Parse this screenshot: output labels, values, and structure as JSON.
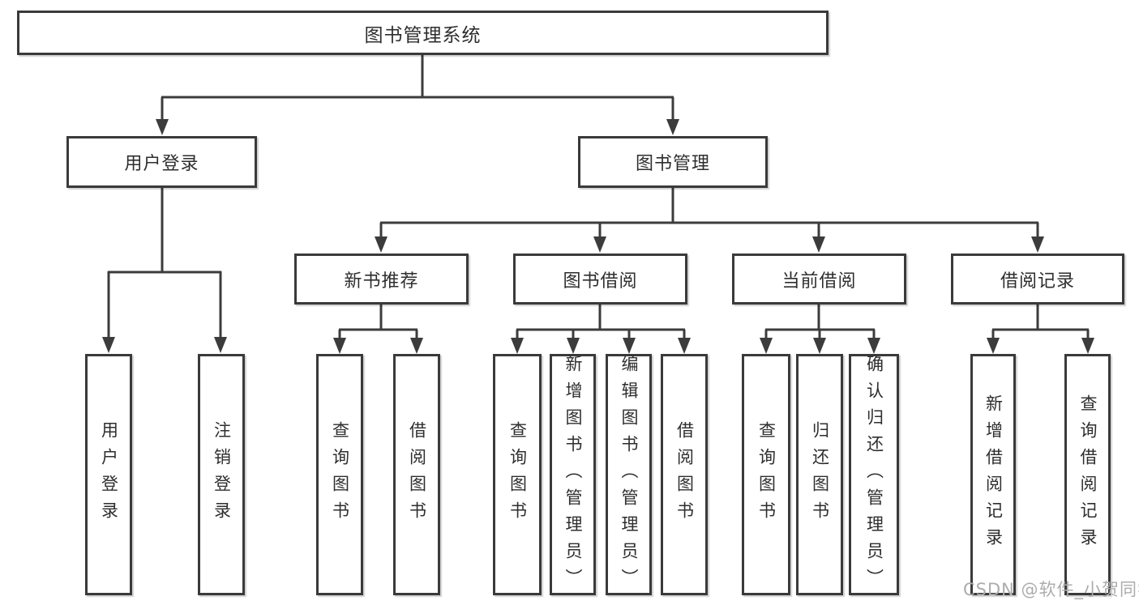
{
  "diagram": {
    "kind": "functional-structure-tree",
    "colors": {
      "line": "#3c3c3c",
      "border": "#3a3a3a",
      "text": "#2e2e2e",
      "background": "#ffffff",
      "watermark": "#acacac"
    },
    "tree": {
      "root": "图书管理系统",
      "children": [
        {
          "label": "用户登录",
          "children": [
            {
              "label": "用户登录"
            },
            {
              "label": "注销登录"
            }
          ]
        },
        {
          "label": "图书管理",
          "children": [
            {
              "label": "新书推荐",
              "children": [
                {
                  "label": "查询图书"
                },
                {
                  "label": "借阅图书"
                }
              ]
            },
            {
              "label": "图书借阅",
              "children": [
                {
                  "label": "查询图书"
                },
                {
                  "label": "新增图书（管理员）"
                },
                {
                  "label": "编辑图书（管理员）"
                },
                {
                  "label": "借阅图书"
                }
              ]
            },
            {
              "label": "当前借阅",
              "children": [
                {
                  "label": "查询图书"
                },
                {
                  "label": "归还图书"
                },
                {
                  "label": "确认归还（管理员）"
                }
              ]
            },
            {
              "label": "借阅记录",
              "children": [
                {
                  "label": "新增借阅记录"
                },
                {
                  "label": "查询借阅记录"
                }
              ]
            }
          ]
        }
      ]
    }
  },
  "watermark": {
    "text": "CSDN @软件_小贺同学"
  }
}
